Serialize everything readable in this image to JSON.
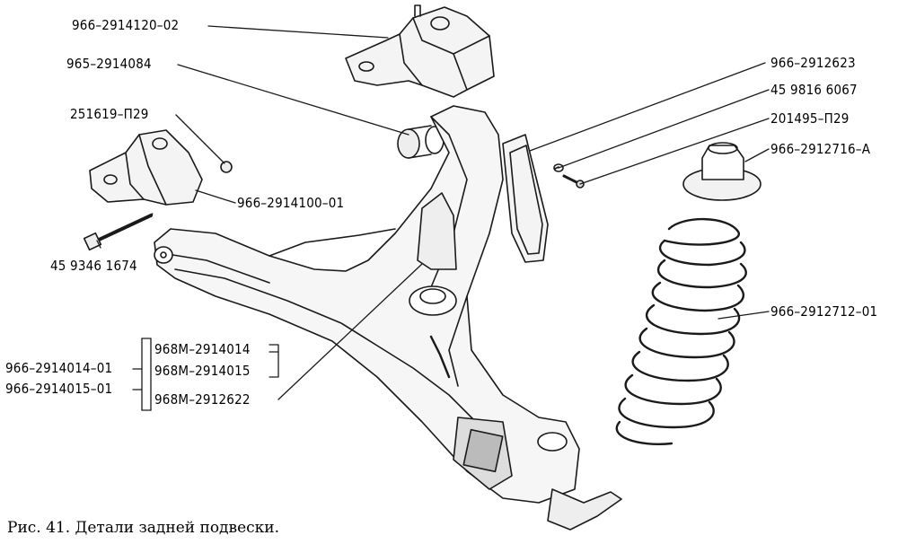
{
  "labels": {
    "l1": "966–2914120–02",
    "l2": "965–2914084",
    "l3": "251619–П29",
    "l4": "966–2914100–01",
    "l5": "45 9346 1674",
    "l6": "966–2914014–01",
    "l7": "966–2914015–01",
    "l8": "968М–2914014",
    "l9": "968М–2914015",
    "l10": "968М–2912622",
    "r1": "966–2912623",
    "r2": "45 9816 6067",
    "r3": "201495–П29",
    "r4": "966–2912716–А",
    "r5": "966–2912712–01"
  },
  "caption": "Рис. 41. Детали задней подвески."
}
